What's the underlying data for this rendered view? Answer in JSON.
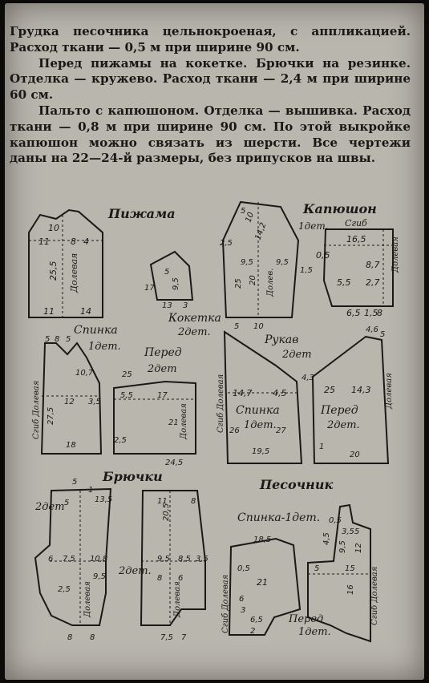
{
  "text": {
    "p1": "Грудка песочника цельнокроеная, с аппликацией. Расход ткани — 0,5 м при ширине 90 см.",
    "p2": "Перед пижамы на кокетке. Брючки на резинке. Отделка — кружево. Расход ткани — 2,4 м при ширине 60 см.",
    "p3": "Пальто с капюшоном. Отделка — вышивка. Расход ткани — 0,8 м при ширине 90 см. По этой выкройке капюшон можно связать из шерсти. Все чертежи даны на 22—24-й размеры, без припусков на швы."
  },
  "sections": {
    "pajama": "Пижама",
    "hood": "Капюшон",
    "hood_count": "1дет.",
    "pants": "Брючки",
    "romper": "Песочник"
  },
  "pieces": {
    "back": "Спинка",
    "back_count": "1дет.",
    "front": "Перед",
    "front_count": "2дет",
    "yoke": "Кокетка",
    "yoke_count": "2дет.",
    "sleeve": "Рукав",
    "sleeve_count": "2дет",
    "coat_back": "Спинка",
    "coat_back_count": "1дет.",
    "coat_front": "Перед",
    "coat_front_count": "2дет.",
    "pants_count_1": "2дет",
    "pants_count_2": "2дет.",
    "romper_back": "Спинка-1дет.",
    "romper_front": "Перед",
    "romper_front_count": "1дет.",
    "fold": "Сгиб",
    "grain": "Долевая",
    "fold_grain": "Сгиб Долевая",
    "grain_short": "Долев."
  }
}
